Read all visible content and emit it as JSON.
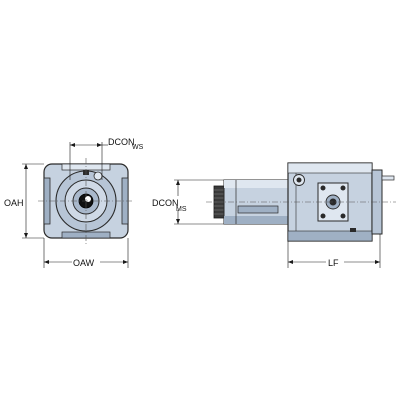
{
  "dimensions": {
    "dcon_ws": {
      "main": "DCON",
      "sub": "WS"
    },
    "dcon_ms": {
      "main": "DCON",
      "sub": "MS"
    },
    "oah": "OAH",
    "oaw": "OAW",
    "lf": "LF"
  },
  "colors": {
    "body_fill": "#c6d2e0",
    "body_dark": "#9fb0c4",
    "body_light": "#dfe7f0",
    "stroke": "#2a2a2a",
    "dim_line": "#1a1a1a",
    "centerline": "#555555"
  }
}
